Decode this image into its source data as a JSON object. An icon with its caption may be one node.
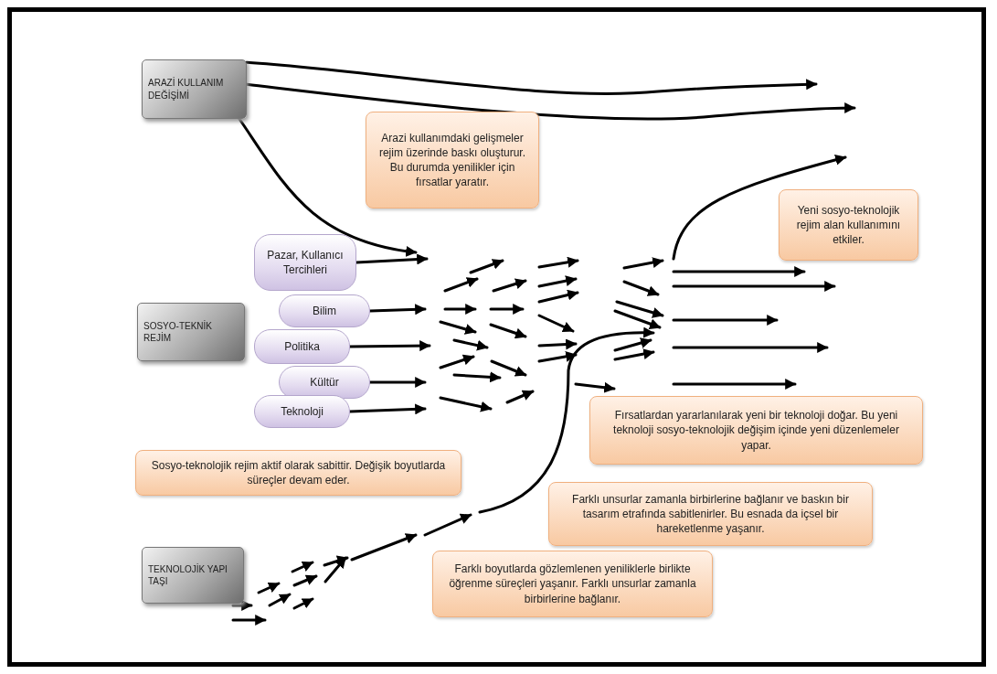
{
  "diagram": {
    "nodes": [
      {
        "text": [
          "ARAZİ KULLANIM DEĞİŞİMİ"
        ]
      },
      {
        "text": [
          "SOSYO-TEKNİK REJİM"
        ]
      },
      {
        "text": [
          "TEKNOLOJİK YAPI TAŞI"
        ]
      },
      {
        "text": [
          "Pazar, Kullanıcı Tercihleri"
        ]
      },
      {
        "text": [
          "Bilim"
        ]
      },
      {
        "text": [
          "Politika"
        ]
      },
      {
        "text": [
          "Kültür"
        ]
      },
      {
        "text": [
          "Teknoloji"
        ]
      },
      {
        "text": [
          "Arazi kullanımdaki gelişmeler rejim üzerinde baskı oluşturur. Bu durumda yenilikler için fırsatlar yaratır."
        ]
      },
      {
        "text": [
          "Yeni sosyo-teknolojik rejim alan kullanımını etkiler."
        ]
      },
      {
        "text": [
          "Sosyo-teknolojik rejim aktif olarak sabittir. Değişik boyutlarda süreçler devam eder."
        ]
      },
      {
        "text": [
          "Fırsatlardan yararlanılarak yeni bir teknoloji doğar. Bu yeni teknoloji sosyo-teknolojik değişim içinde yeni düzenlemeler yapar."
        ]
      },
      {
        "text": [
          "Farklı unsurlar zamanla birbirlerine bağlanır ve baskın bir tasarım etrafında sabitlenirler. Bu esnada da içsel bir hareketlenme yaşanır."
        ]
      },
      {
        "text": [
          "Farklı boyutlarda gözlemlenen yeniliklerle birlikte öğrenme süreçleri yaşanır. Farklı unsurlar zamanla birbirlerine bağlanır."
        ]
      }
    ],
    "edges": [
      {
        "from": 0,
        "to": null,
        "arrow": "to"
      },
      {
        "from": 0,
        "to": null,
        "arrow": "to"
      },
      {
        "from": 0,
        "to": null,
        "arrow": "to"
      },
      {
        "from": 3,
        "to": null,
        "arrow": "to"
      },
      {
        "from": 4,
        "to": null,
        "arrow": "to"
      },
      {
        "from": 5,
        "to": null,
        "arrow": "to"
      },
      {
        "from": 6,
        "to": null,
        "arrow": "to"
      },
      {
        "from": 7,
        "to": null,
        "arrow": "to"
      }
    ]
  }
}
